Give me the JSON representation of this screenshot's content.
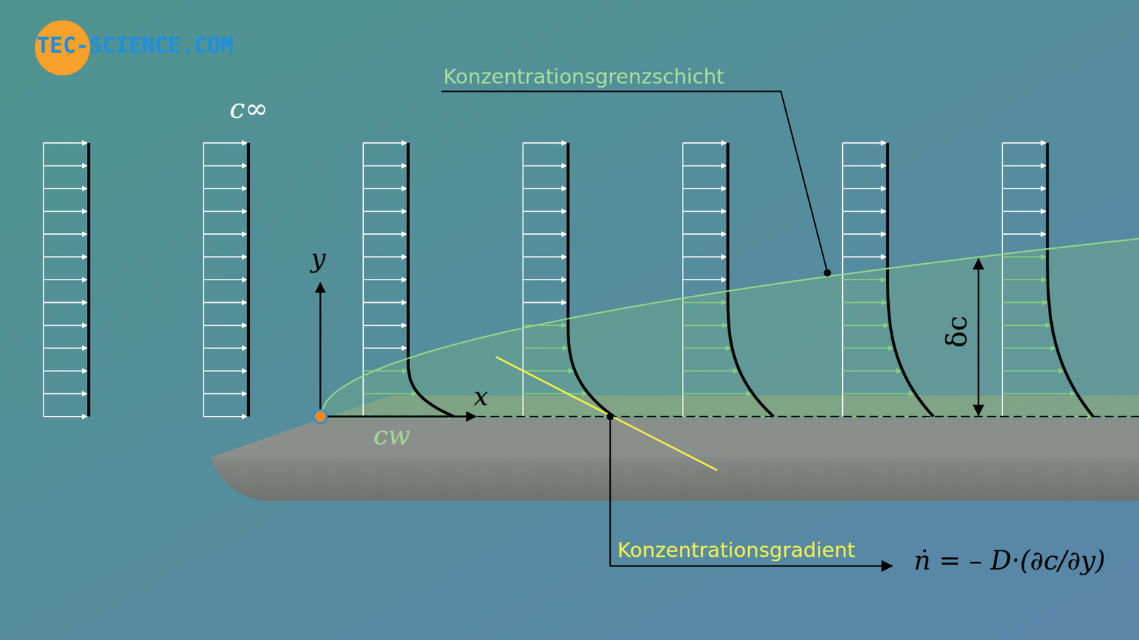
{
  "diagram": {
    "labels": [
      "TEC-SCIENCE.COM",
      "Konzentrationsgrenzschicht",
      "c∞",
      "y",
      "x",
      "cw",
      "δc",
      "Konzentrationsgradient",
      "ṅ = – D·(∂c/∂y)"
    ]
  }
}
